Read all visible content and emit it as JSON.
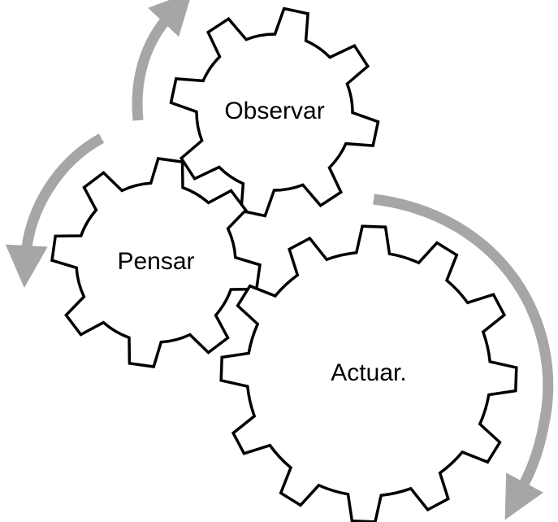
{
  "colors": {
    "gear_fill": "#ffffff",
    "gear_outline": "#000000",
    "arrow": "#a6a6a6"
  },
  "gears": [
    {
      "id": "observar",
      "label": "Observar"
    },
    {
      "id": "pensar",
      "label": "Pensar"
    },
    {
      "id": "actuar",
      "label": "Actuar."
    }
  ],
  "arrows": [
    {
      "id": "arrow-observar-cycle",
      "direction": "up",
      "icon": "curved-arrow-icon"
    },
    {
      "id": "arrow-pensar-cycle",
      "direction": "down-left",
      "icon": "curved-arrow-icon"
    },
    {
      "id": "arrow-actuar-cycle",
      "direction": "down",
      "icon": "curved-arrow-icon"
    }
  ]
}
